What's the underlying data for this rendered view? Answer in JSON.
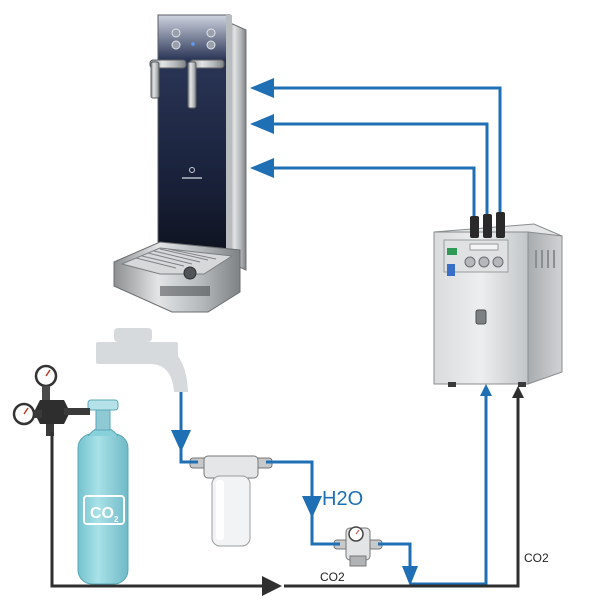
{
  "labels": {
    "water": "H2O",
    "co2_bottom": "CO2",
    "co2_right": "CO2",
    "cylinder": "CO",
    "cylinder_sub": "2"
  },
  "colors": {
    "pipe_blue": "#1e6fb3",
    "pipe_dark": "#2f2f2f",
    "cylinder": "#8fd3dd",
    "chiller_body": "#c9cbcd",
    "dispenser_panel": "#1b2440",
    "tap_gray": "#d7dadc"
  },
  "icons": [
    "tap-icon",
    "dispenser-icon",
    "chiller-unit-icon",
    "co2-cylinder-icon",
    "pressure-regulator-icon",
    "water-filter-icon",
    "pressure-reducer-icon"
  ]
}
